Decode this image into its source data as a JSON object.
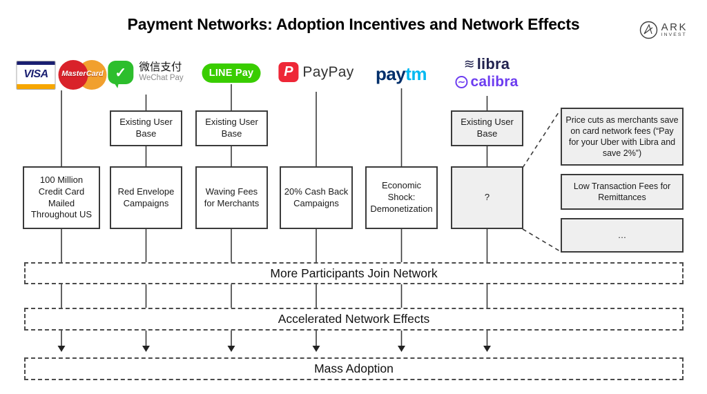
{
  "title": "Payment Networks: Adoption Incentives and Network Effects",
  "brand": {
    "name": "ARK",
    "sub": "INVEST"
  },
  "networks": [
    {
      "name": "Visa & MasterCard",
      "existing_user_base": "",
      "incentive": "100 Million Credit Card Mailed Throughout US"
    },
    {
      "name": "WeChat Pay",
      "existing_user_base": "Existing User Base",
      "incentive": "Red Envelope Campaigns"
    },
    {
      "name": "LINE Pay",
      "existing_user_base": "Existing User Base",
      "incentive": "Waving Fees for Merchants"
    },
    {
      "name": "PayPay",
      "existing_user_base": "",
      "incentive": "20% Cash Back Campaigns"
    },
    {
      "name": "Paytm",
      "existing_user_base": "",
      "incentive": "Economic Shock: Demonetization"
    },
    {
      "name": "Libra / Calibra",
      "existing_user_base": "Existing User Base",
      "incentive": "?"
    }
  ],
  "libra_hypotheticals": [
    "Price cuts as merchants save on card network fees (“Pay for your Uber with Libra and save 2%”)",
    "Low Transaction Fees for Remittances",
    "…"
  ],
  "flow_stages": [
    "More Participants Join Network",
    "Accelerated Network Effects",
    "Mass Adoption"
  ],
  "logos": {
    "visa": "VISA",
    "mastercard": "MasterCard",
    "wechat_check": "✓",
    "wechat_cn": "微信支付",
    "wechat_en": "WeChat Pay",
    "line_pay": "LINE Pay",
    "paypay_icon": "P",
    "paypay": "PayPay",
    "paytm_pay": "pay",
    "paytm_tm": "tm",
    "libra_icon": "≋",
    "libra": "libra",
    "calibra_icon": "∼",
    "calibra": "calibra"
  },
  "colors": {
    "visa_navy": "#1a1f71",
    "visa_gold": "#f7a600",
    "mastercard_red": "#d9222a",
    "mastercard_orange": "#f1a02e",
    "wechat_green": "#2dbe2d",
    "line_green": "#39cd00",
    "paypay_red": "#ee2737",
    "paytm_navy": "#012f6b",
    "paytm_cyan": "#00b9f1",
    "libra_navy": "#21224e",
    "calibra_purple": "#6c3cf0",
    "hypothetical_box_gray": "#efefef",
    "line_dark": "#3a3a3a"
  }
}
